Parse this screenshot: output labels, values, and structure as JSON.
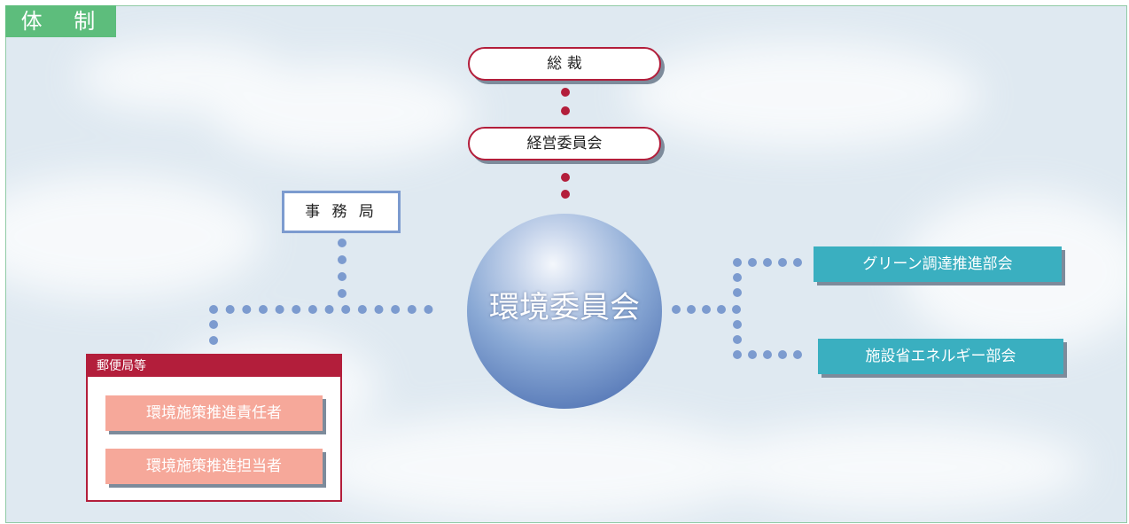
{
  "title": "体 制",
  "president": "総 裁",
  "management_committee": "経営委員会",
  "secretariat": "事 務 局",
  "environment_committee": "環境委員会",
  "subcommittees": [
    "グリーン調達推進部会",
    "施設省エネルギー部会"
  ],
  "post_offices": {
    "heading": "郵便局等",
    "roles": [
      "環境施策推進責任者",
      "環境施策推進担当者"
    ]
  },
  "colors": {
    "crimson": "#b31e3b",
    "green_tab": "#5dbd7c",
    "teal": "#3aafc0",
    "pink": "#f6a89a",
    "blue_dots": "#7c9bcf",
    "sky": "#dfe9f1"
  }
}
